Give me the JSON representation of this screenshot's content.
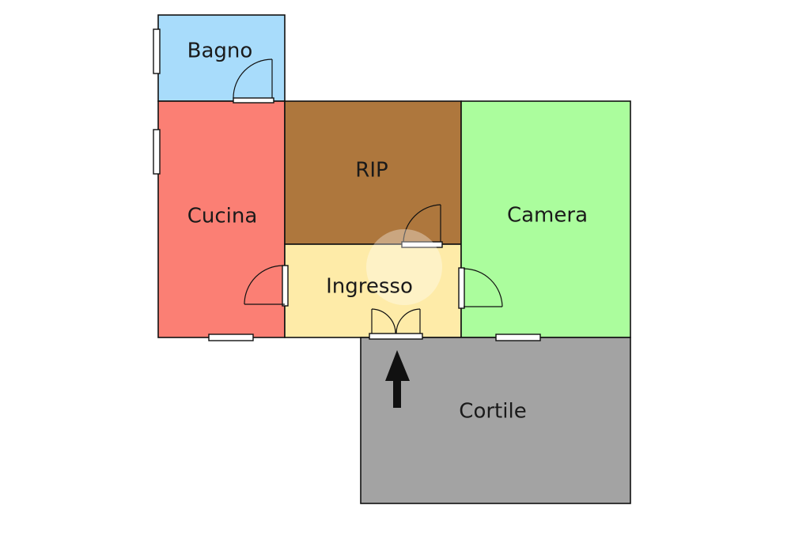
{
  "colors": {
    "bagno": "#a8dcfb",
    "cucina": "#fb7f74",
    "rip": "#ae773d",
    "ingresso": "#feeba8",
    "camera": "#abfd9d",
    "cortile": "#a3a3a3"
  },
  "rooms": {
    "bagno": "Bagno",
    "cucina": "Cucina",
    "rip": "RIP",
    "ingresso": "Ingresso",
    "camera": "Camera",
    "cortile": "Cortile"
  },
  "icons": {
    "entrance": "up-arrow-icon"
  }
}
